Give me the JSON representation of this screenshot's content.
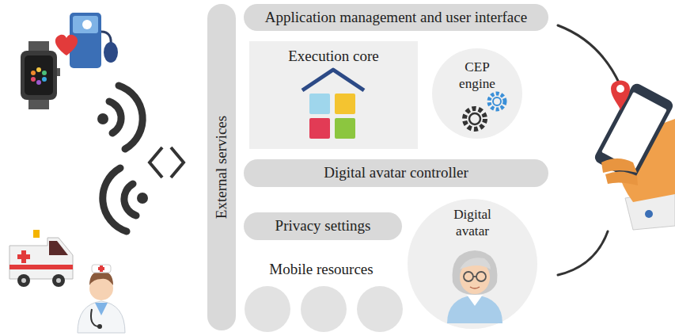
{
  "diagram": {
    "nodes": [
      {
        "text": [
          "External services"
        ]
      },
      {
        "text": [
          "Application management and user interface"
        ]
      },
      {
        "text": [
          "Execution core"
        ]
      },
      {
        "text": [
          "CEP engine"
        ]
      },
      {
        "text": [
          "Digital avatar controller"
        ]
      },
      {
        "text": [
          "Privacy settings"
        ]
      },
      {
        "text": [
          "Digital avatar"
        ]
      }
    ],
    "labels": [
      "Mobile resources"
    ]
  }
}
